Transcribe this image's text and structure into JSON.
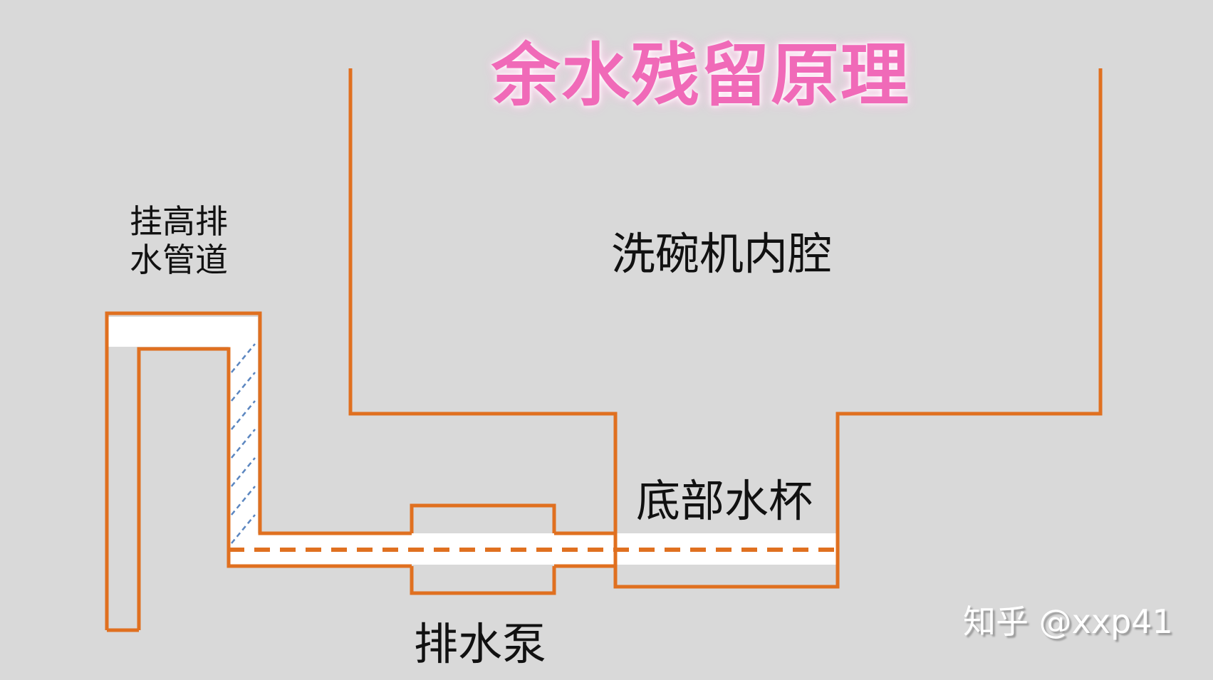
{
  "title": "余水残留原理",
  "labels": {
    "pipe_line1": "挂高排",
    "pipe_line2": "水管道",
    "cavity": "洗碗机内腔",
    "cup": "底部水杯",
    "pump": "排水泵"
  },
  "watermark": "知乎 @xxp41",
  "colors": {
    "background": "#d9d9d9",
    "outline": "#e07020",
    "water_line": "#5b86c0",
    "title": "#f06ab8"
  }
}
